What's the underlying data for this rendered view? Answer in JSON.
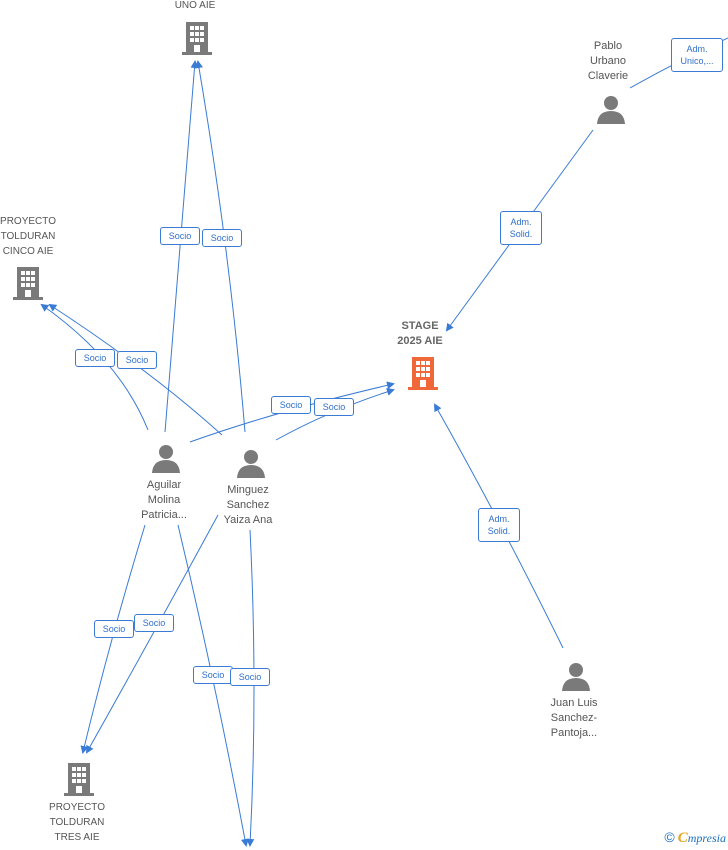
{
  "nodes": {
    "uno_aie": {
      "label": "UNO  AIE",
      "type": "company"
    },
    "cinco_aie": {
      "label": "PROYECTO\nTOLDURAN\nCINCO  AIE",
      "type": "company"
    },
    "stage_2025": {
      "label": "STAGE\n2025  AIE",
      "type": "company-highlight"
    },
    "tres_aie": {
      "label": "PROYECTO\nTOLDURAN\nTRES  AIE",
      "type": "company"
    },
    "pablo": {
      "label": "Pablo\nUrbano\nClaverie",
      "type": "person"
    },
    "aguilar": {
      "label": "Aguilar\nMolina\nPatricia...",
      "type": "person"
    },
    "minguez": {
      "label": "Minguez\nSanchez\nYaiza Ana",
      "type": "person"
    },
    "juan_luis": {
      "label": "Juan Luis\nSanchez-\nPantoja...",
      "type": "person"
    }
  },
  "edges": [
    {
      "id": "e1",
      "label": "Socio"
    },
    {
      "id": "e2",
      "label": "Socio"
    },
    {
      "id": "e3",
      "label": "Socio"
    },
    {
      "id": "e4",
      "label": "Socio"
    },
    {
      "id": "e5",
      "label": "Socio"
    },
    {
      "id": "e6",
      "label": "Socio"
    },
    {
      "id": "e7",
      "label": "Socio"
    },
    {
      "id": "e8",
      "label": "Socio"
    },
    {
      "id": "e9",
      "label": "Socio"
    },
    {
      "id": "e10",
      "label": "Socio"
    },
    {
      "id": "e11",
      "label": "Adm.\nSolid."
    },
    {
      "id": "e12",
      "label": "Adm.\nSolid."
    },
    {
      "id": "e13",
      "label": "Adm.\nUnico,..."
    }
  ],
  "colors": {
    "edge": "#3a7bd5",
    "icon": "#7a7a7a",
    "highlight": "#f0683a"
  },
  "brand": {
    "copyright": "©",
    "initial": "C",
    "rest": "mpresia"
  }
}
